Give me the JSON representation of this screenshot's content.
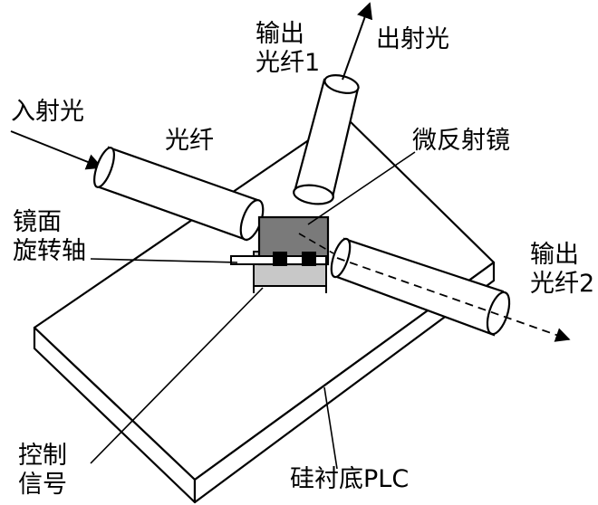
{
  "labels": {
    "output_fiber_1_line1": "输出",
    "output_fiber_1_line2": "光纤1",
    "outgoing_light": "出射光",
    "incident_light": "入射光",
    "fiber": "光纤",
    "micro_mirror": "微反射镜",
    "mirror_axis_line1": "镜面",
    "mirror_axis_line2": "旋转轴",
    "output_fiber_2_line1": "输出",
    "output_fiber_2_line2": "光纤2",
    "control_signal_line1": "控制",
    "control_signal_line2": "信号",
    "substrate": "硅衬底PLC"
  },
  "colors": {
    "stroke": "#000000",
    "mirror_fill": "#7a7a7a",
    "bracket_fill": "#c8c8c8",
    "background": "#ffffff"
  }
}
